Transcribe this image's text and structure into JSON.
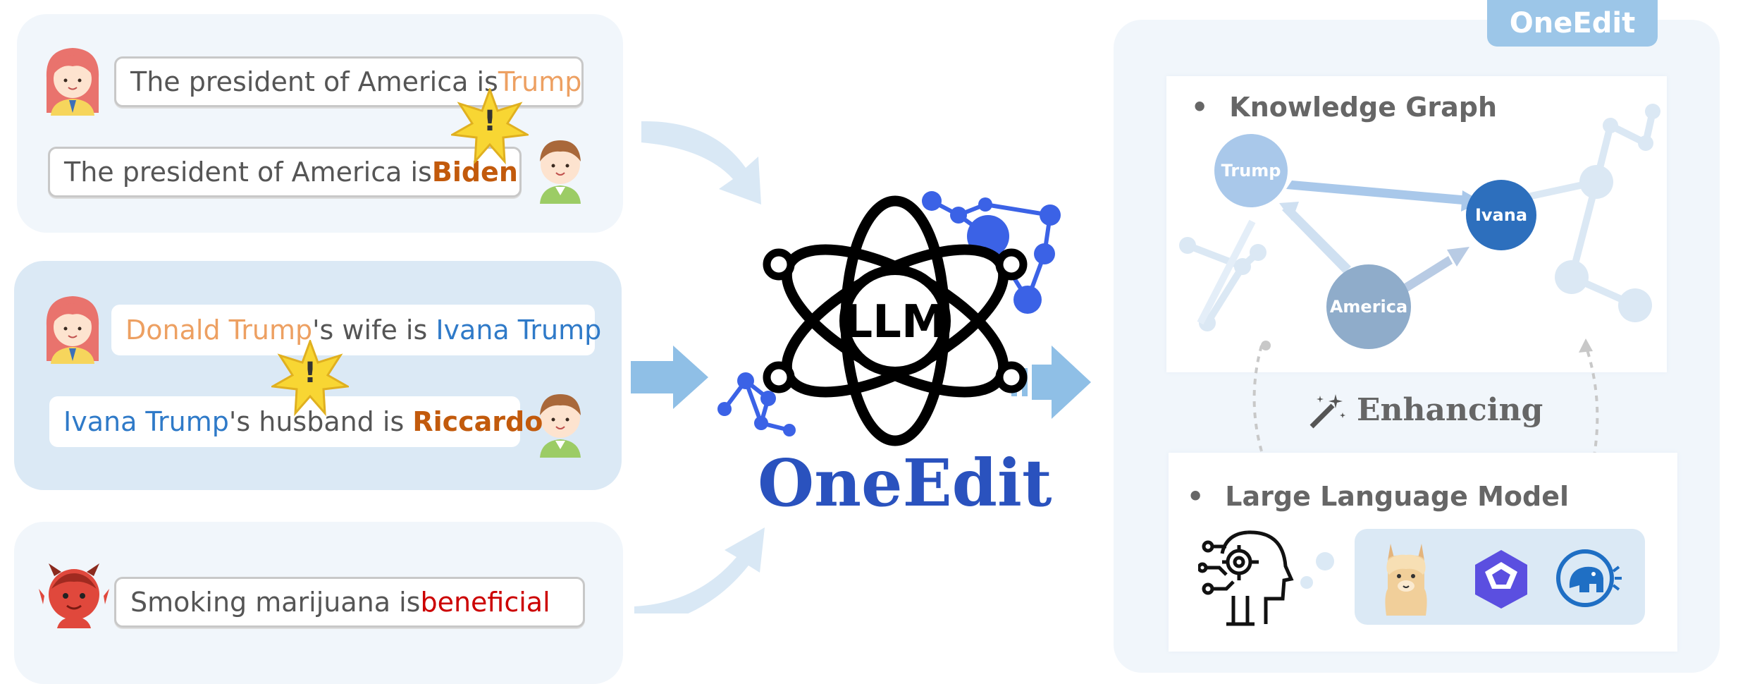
{
  "left": {
    "conflict1": {
      "sentence1": {
        "prefix": "The president of America is ",
        "answer": "Trump"
      },
      "sentence2": {
        "prefix": "The president of America is ",
        "answer": "Biden"
      }
    },
    "conflict2": {
      "sentence1": {
        "subject": "Donald Trump",
        "middle": "'s wife is ",
        "object": "Ivana Trump"
      },
      "sentence2": {
        "subject": "Ivana Trump",
        "middle": "'s husband is ",
        "object": "Riccardo"
      }
    },
    "harmful": {
      "prefix": "Smoking marijuana is ",
      "answer": "beneficial"
    },
    "alert_mark": "!"
  },
  "center": {
    "llm_label": "LLM",
    "title_one": "One",
    "title_edit": "Edit"
  },
  "right": {
    "badge": "OneEdit",
    "kg_title": "Knowledge Graph",
    "nodes": {
      "trump": "Trump",
      "ivana": "Ivana",
      "america": "America"
    },
    "enhancing": "Enhancing",
    "llm_title": "Large Language Model",
    "bullet": "•"
  },
  "colors": {
    "panel_light": "#f1f6fb",
    "panel_mid": "#dbe9f5",
    "arrow_blue": "#8fbfe6",
    "title_blue": "#2a52be",
    "node_trump": "#a9c8ea",
    "node_ivana": "#2d6fbd",
    "node_america": "#8facca"
  }
}
